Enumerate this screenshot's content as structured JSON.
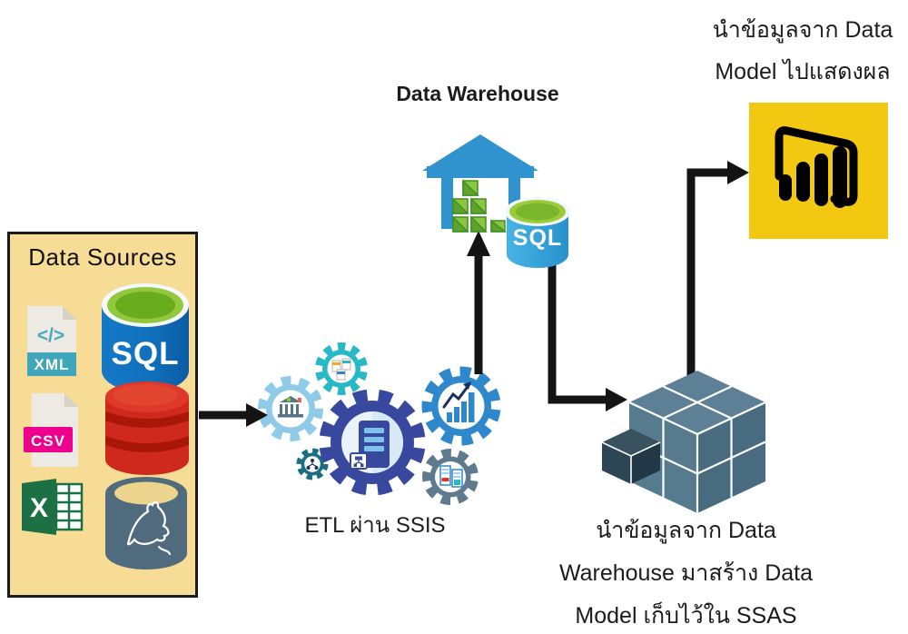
{
  "diagram_title": "ETL / Data Warehouse / SSAS / Power BI flow diagram",
  "sources": {
    "title": "Data Sources",
    "xml_code_glyph": "</>",
    "xml_label": "XML",
    "csv_label": "CSV",
    "sql_label": "SQL",
    "excel_label": "X"
  },
  "etl": {
    "caption": "ETL ผ่าน SSIS"
  },
  "warehouse": {
    "title": "Data Warehouse",
    "sql_label": "SQL"
  },
  "ssas": {
    "caption_lines": [
      "นำข้อมูลจาก Data",
      "Warehouse มาสร้าง Data",
      "Model เก็บไว้ใน SSAS"
    ]
  },
  "powerbi": {
    "caption_lines": [
      "นำข้อมูลจาก Data",
      "Model ไปแสดงผล"
    ]
  },
  "icons": {
    "xml_file": "file with code badge",
    "csv_file": "file with CSV badge",
    "excel": "spreadsheet with X block",
    "sql_database": "blue cylinder, green top",
    "oracle_database": "red striped cylinder",
    "mysql_database": "slate cylinder with dolphin",
    "etl_gears": "gear cluster with server, bank, chart, people, documents, servers",
    "warehouse": "blue warehouse with green crates",
    "ssas_cube": "segmented olap cube with small cube",
    "powerbi": "yellow square with bar-chart frame logo",
    "arrows": "thick black elbow arrows"
  },
  "colors": {
    "sources_box_bg": "#F6DC95",
    "arrow_black": "#141414",
    "sql_blue": "#1173BD",
    "sql_top_green": "#8DC63F",
    "oracle_red": "#CF291D",
    "mysql_slate": "#4F6B7D",
    "xml_teal": "#3FA6BC",
    "csv_magenta": "#EC008C",
    "excel_green": "#1D7044",
    "warehouse_blue": "#3193CE",
    "crate_green": "#8CC63E",
    "gear_dark_blue": "#39489F",
    "gear_light_blue": "#8FCAE9",
    "gear_teal": "#29B9C6",
    "gear_deep_teal": "#196F80",
    "gear_blue": "#2F87CC",
    "gear_slate": "#5F7A8C",
    "cube_slate_top": "#5D8096",
    "cube_slate_left": "#567B8F",
    "cube_slate_right": "#496B80",
    "powerbi_yellow": "#F3C811"
  }
}
